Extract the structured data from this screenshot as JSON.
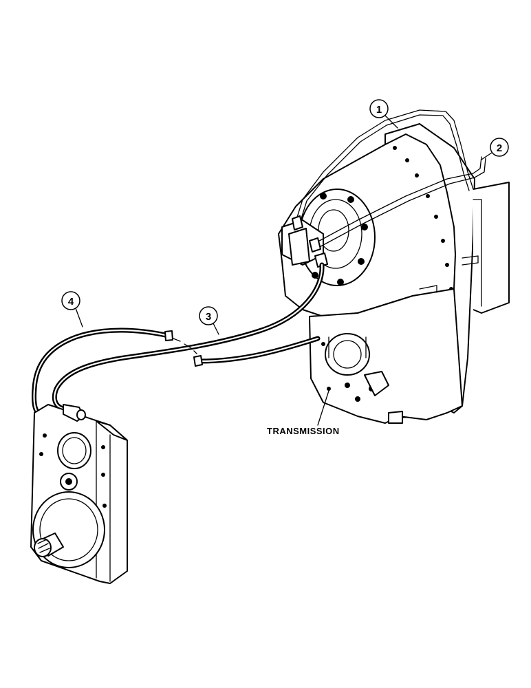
{
  "callouts": [
    {
      "id": "1",
      "text": "1"
    },
    {
      "id": "2",
      "text": "2"
    },
    {
      "id": "3",
      "text": "3"
    },
    {
      "id": "4",
      "text": "4"
    }
  ],
  "labels": {
    "transmission": "TRANSMISSION"
  },
  "colors": {
    "ink": "#000000",
    "paper": "#ffffff"
  }
}
